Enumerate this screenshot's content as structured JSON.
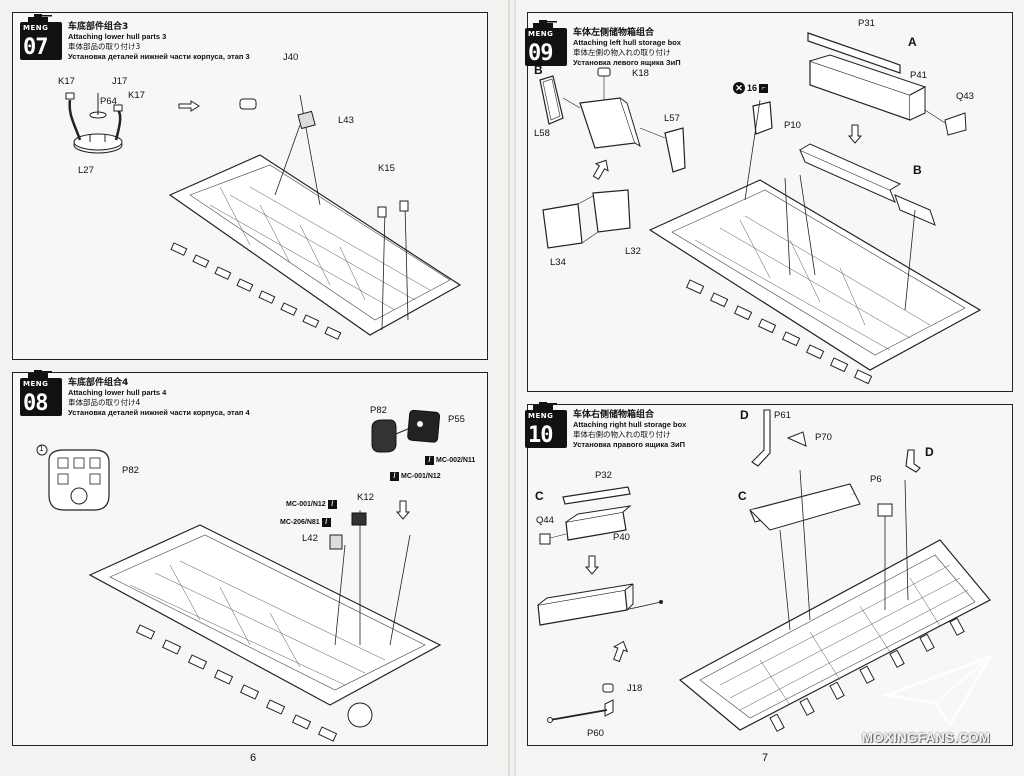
{
  "pages": {
    "left_number": "6",
    "right_number": "7"
  },
  "brand": "MENG",
  "steps": [
    {
      "number": "07",
      "title_zh": "车底部件组合3",
      "title_en": "Attaching lower hull parts 3",
      "title_jp": "車体部品の取り付け3",
      "title_ru": "Установка деталей нижней части корпуса, этап 3",
      "labels": [
        "K17",
        "J17",
        "P64",
        "K17",
        "L27",
        "J40",
        "L43",
        "K15"
      ]
    },
    {
      "number": "08",
      "title_zh": "车底部件组合4",
      "title_en": "Attaching lower hull parts 4",
      "title_jp": "車体部品の取り付け4",
      "title_ru": "Установка деталей нижней части корпуса, этап 4",
      "labels": [
        "P82",
        "P55",
        "P82",
        "K12",
        "L42"
      ],
      "circle_number": "1",
      "paints": [
        "MC-002/N11",
        "MC-001/N12",
        "MC-001/N12",
        "MC-206/N81"
      ]
    },
    {
      "number": "09",
      "title_zh": "车体左侧储物箱组合",
      "title_en": "Attaching left hull storage box",
      "title_jp": "車体左側の物入れの取り付け",
      "title_ru": "Установка левого ящика ЗиП",
      "labels": [
        "K18",
        "L58",
        "L57",
        "P10",
        "L34",
        "L32",
        "P31",
        "P41",
        "Q43"
      ],
      "callouts": [
        "A",
        "B",
        "B"
      ],
      "cut_count": "16"
    },
    {
      "number": "10",
      "title_zh": "车体右侧储物箱组合",
      "title_en": "Attaching right hull storage box",
      "title_jp": "車体右側の物入れの取り付け",
      "title_ru": "Установка правого ящика ЗиП",
      "labels": [
        "P32",
        "Q44",
        "P40",
        "J18",
        "P60",
        "P61",
        "P70",
        "P6"
      ],
      "callouts": [
        "C",
        "C",
        "D",
        "D"
      ]
    }
  ],
  "watermark": "MOXINGFANS.COM"
}
